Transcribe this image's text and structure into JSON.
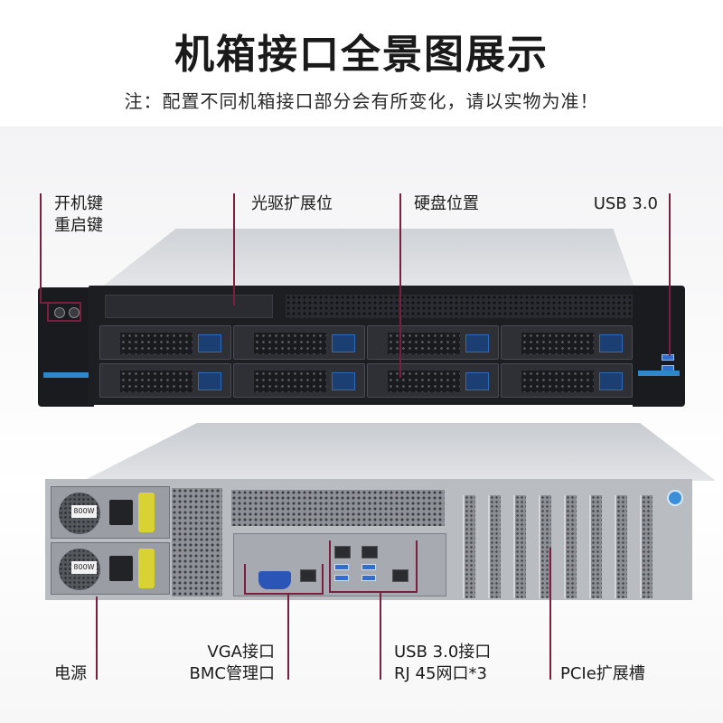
{
  "header": {
    "title": "机箱接口全景图展示",
    "note": "注：配置不同机箱接口部分会有所变化，请以实物为准！"
  },
  "front_labels": {
    "power_button": "开机键",
    "reset_button": "重启键",
    "optical_bay": "光驱扩展位",
    "drive_bays": "硬盘位置",
    "usb": "USB 3.0"
  },
  "rear_labels": {
    "power_supply": "电源",
    "vga": "VGA接口",
    "bmc": "BMC管理口",
    "usb": "USB 3.0接口",
    "rj45": "RJ 45网口*3",
    "pcie": "PCIe扩展槽"
  },
  "psu_rating": "800W",
  "colors": {
    "accent_line": "#7a1f3d",
    "drive_latch": "#1c3f73",
    "usb_blue": "#2f6fd0",
    "psu_handle": "#d8d232",
    "vga_blue": "#2b55b6"
  }
}
